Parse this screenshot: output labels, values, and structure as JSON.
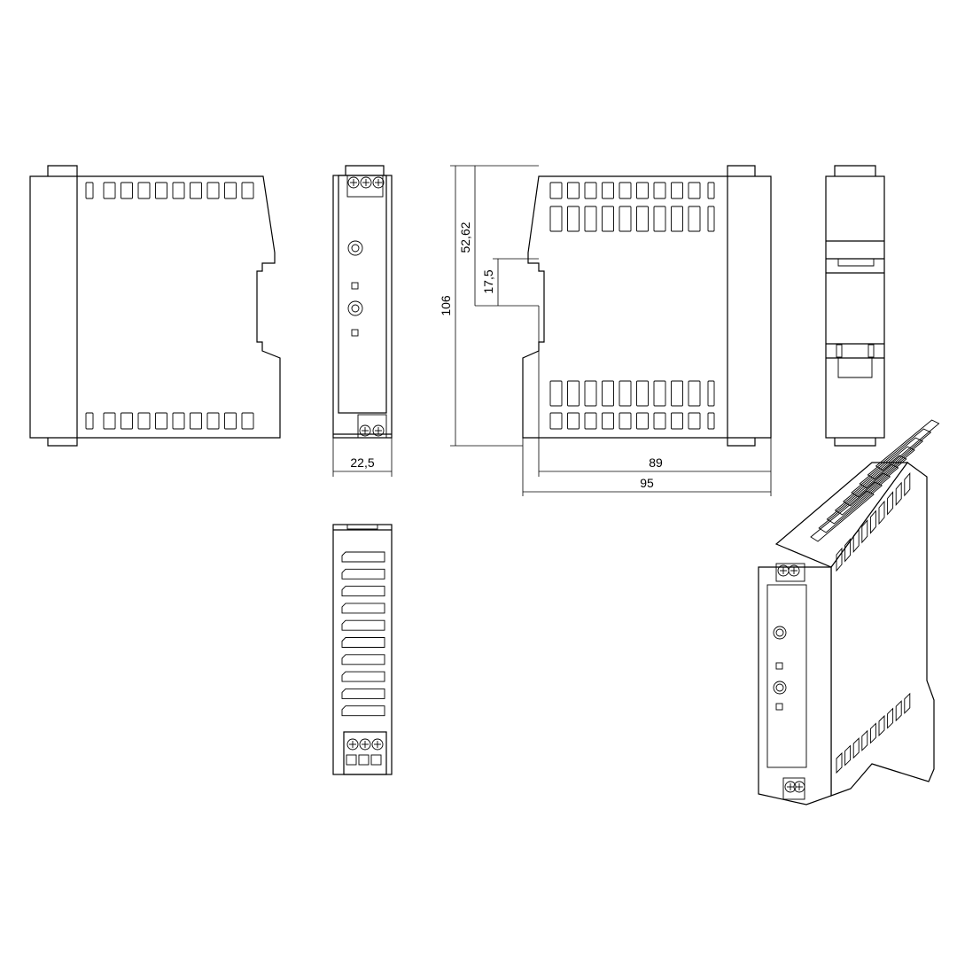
{
  "drawing": {
    "dimensions": {
      "front_width": "22,5",
      "depth_89": "89",
      "depth_95": "95",
      "height_106": "106",
      "rail_top": "52,62",
      "rail_height": "17,5"
    }
  }
}
